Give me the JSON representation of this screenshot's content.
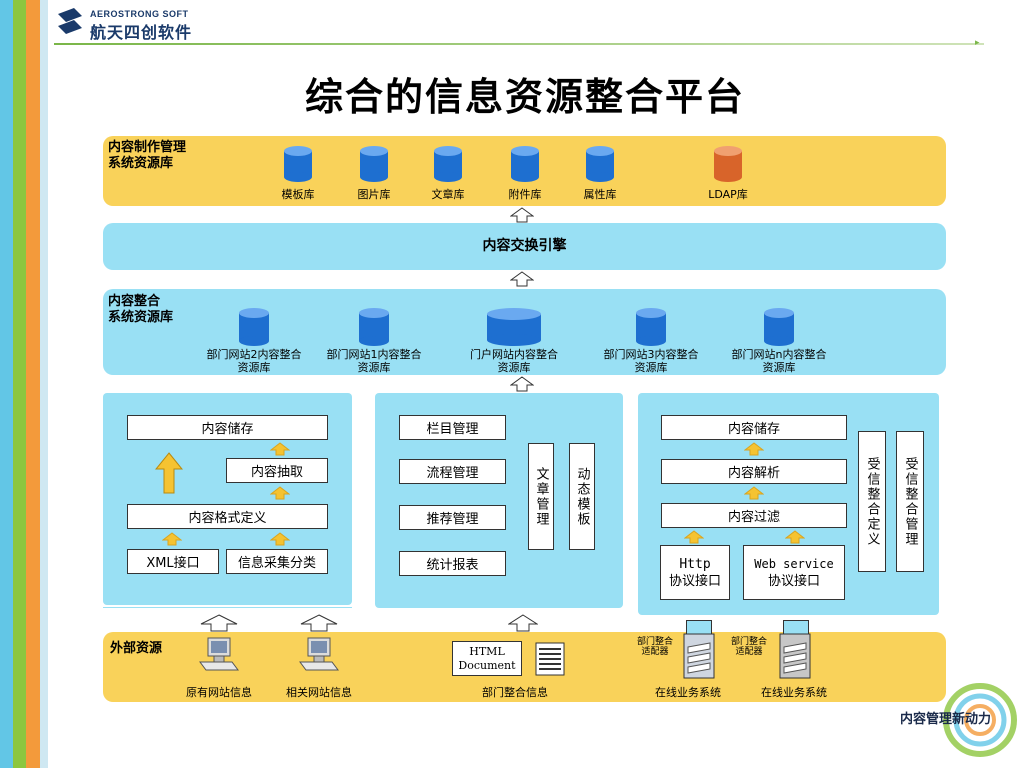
{
  "logo": {
    "en": "AEROSTRONG SOFT",
    "cn": "航天四创软件"
  },
  "title": "综合的信息资源整合平台",
  "top_band": {
    "label_lines": [
      "内容制作管理",
      "系统资源库"
    ],
    "dbs": [
      "模板库",
      "图片库",
      "文章库",
      "附件库",
      "属性库",
      "LDAP库"
    ]
  },
  "engine": "内容交换引擎",
  "integration_band": {
    "label_lines": [
      "内容整合",
      "系统资源库"
    ],
    "dbs": [
      {
        "line1": "部门网站2内容整合",
        "line2": "资源库"
      },
      {
        "line1": "部门网站1内容整合",
        "line2": "资源库"
      },
      {
        "line1": "门户网站内容整合",
        "line2": "资源库"
      },
      {
        "line1": "部门网站3内容整合",
        "line2": "资源库"
      },
      {
        "line1": "部门网站n内容整合",
        "line2": "资源库"
      }
    ]
  },
  "left_panel": {
    "storage": "内容储存",
    "extract": "内容抽取",
    "format": "内容格式定义",
    "xml": "XML接口",
    "classify": "信息采集分类"
  },
  "middle_panel": {
    "column": "栏目管理",
    "flow": "流程管理",
    "recommend": "推荐管理",
    "stats": "统计报表",
    "article": "文章管理",
    "template": "动态模板"
  },
  "right_panel": {
    "storage": "内容储存",
    "parse": "内容解析",
    "filter": "内容过滤",
    "http_line1": "Http",
    "http_line2": "协议接口",
    "ws_line1": "Web service",
    "ws_line2": "协议接口",
    "trust_define": "受信整合定义",
    "trust_manage": "受信整合管理"
  },
  "external": {
    "label": "外部资源",
    "original": "原有网站信息",
    "related": "相关网站信息",
    "html_line1": "HTML",
    "html_line2": "Document",
    "dept_info": "部门整合信息",
    "adapter1_line1": "部门整合",
    "adapter1_line2": "适配器",
    "adapter2_line1": "部门整合",
    "adapter2_line2": "适配器",
    "online1": "在线业务系统",
    "online2": "在线业务系统"
  },
  "footer_tagline": "内容管理新动力",
  "colors": {
    "yellow_band": "#f9d25a",
    "cyan_band": "#99e0f4",
    "db_blue": "#1e6fd0",
    "db_orange": "#d8642a",
    "arrow_yellow": "#f5c331"
  }
}
